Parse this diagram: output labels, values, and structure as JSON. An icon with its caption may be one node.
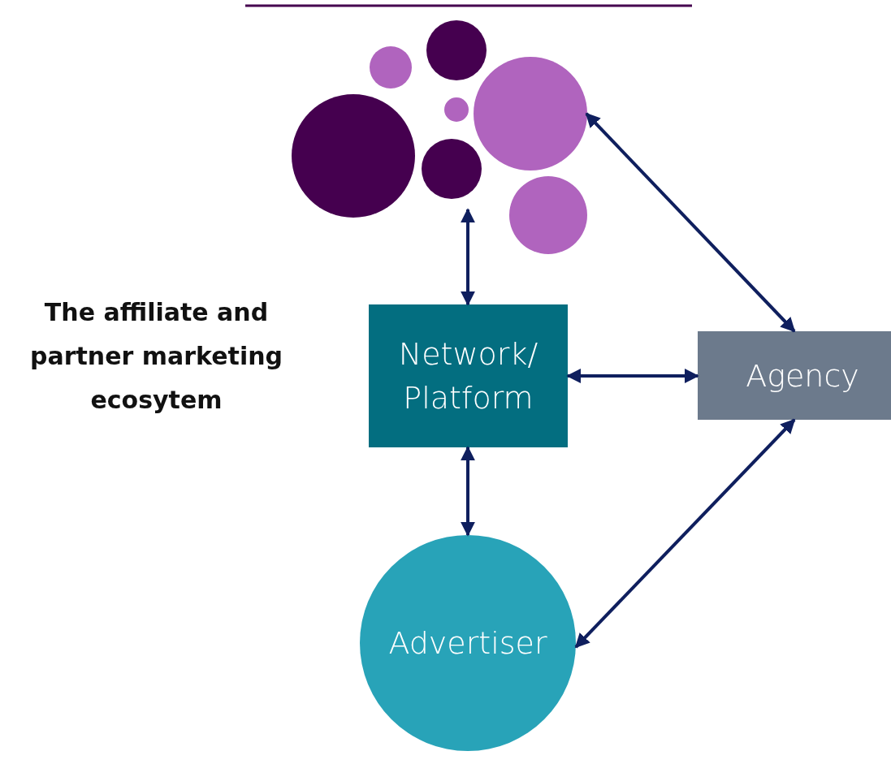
{
  "diagram": {
    "title": "The affiliate and partner marketing ecosytem",
    "nodes": [
      {
        "text": [],
        "shape": "cluster"
      },
      {
        "text": [
          "Network/ Platform"
        ]
      },
      {
        "text": [
          "Agency"
        ]
      },
      {
        "text": [
          "Advertiser"
        ]
      }
    ],
    "edges": [
      {
        "from": 0,
        "to": 1,
        "arrow": "both"
      },
      {
        "from": 0,
        "to": 2,
        "arrow": "both"
      },
      {
        "from": 1,
        "to": 2,
        "arrow": "both"
      },
      {
        "from": 1,
        "to": 3,
        "arrow": "both"
      },
      {
        "from": 2,
        "to": 3,
        "arrow": "both"
      }
    ]
  }
}
